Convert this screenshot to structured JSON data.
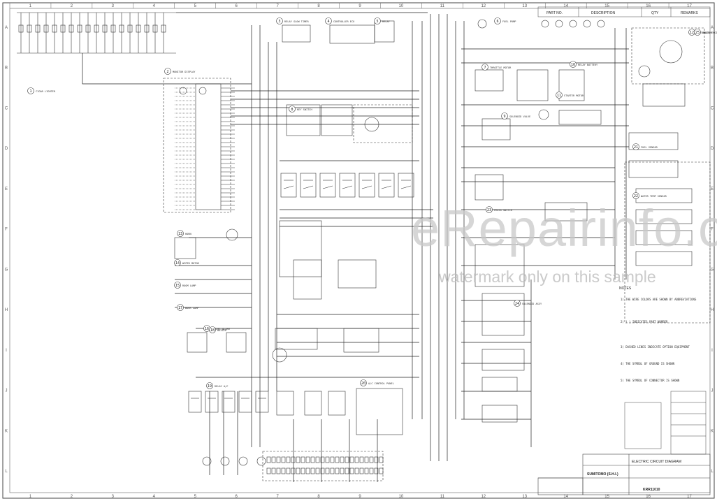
{
  "watermark": {
    "title": "eRepairinfo.com",
    "subtitle": "watermark only on this sample"
  },
  "grid": {
    "columns": [
      "1",
      "2",
      "3",
      "4",
      "5",
      "6",
      "7",
      "8",
      "9",
      "10",
      "11",
      "12",
      "13",
      "14",
      "15",
      "16",
      "17"
    ],
    "rows": [
      "A",
      "B",
      "C",
      "D",
      "E",
      "F",
      "G",
      "H",
      "I",
      "J",
      "K",
      "L"
    ]
  },
  "parts_table_header": {
    "part_no": "PART NO.",
    "description": "DESCRIPTION",
    "qty": "QTY",
    "remarks": "REMARKS"
  },
  "components": [
    {
      "no": "1",
      "label": "CIGAR LIGHTER"
    },
    {
      "no": "2",
      "label": "MONITOR DISPLAY"
    },
    {
      "no": "3",
      "label": "RELAY GLOW TIMER"
    },
    {
      "no": "4",
      "label": "CONTROLLER ECU"
    },
    {
      "no": "5",
      "label": "RELAY"
    },
    {
      "no": "6",
      "label": "FUEL PUMP"
    },
    {
      "no": "7",
      "label": "THROTTLE MOTOR"
    },
    {
      "no": "8",
      "label": "KEY SWITCH"
    },
    {
      "no": "9",
      "label": "SOLENOID VALVE"
    },
    {
      "no": "10",
      "label": "RELAY BATTERY"
    },
    {
      "no": "11",
      "label": "STARTER MOTOR"
    },
    {
      "no": "12",
      "label": "ALTERNATOR"
    },
    {
      "no": "13",
      "label": "HORN"
    },
    {
      "no": "14",
      "label": "WIPER MOTOR"
    },
    {
      "no": "15",
      "label": "ROOM LAMP"
    },
    {
      "no": "16",
      "label": "TRAVEL ALARM"
    },
    {
      "no": "17",
      "label": "WORK LAMP"
    },
    {
      "no": "18",
      "label": "BUZZER"
    },
    {
      "no": "19",
      "label": "RELAY A/C"
    },
    {
      "no": "20",
      "label": "A/C CONTROL PANEL"
    },
    {
      "no": "21",
      "label": "FUEL SENSOR"
    },
    {
      "no": "22",
      "label": "WATER TEMP SENSOR"
    },
    {
      "no": "23",
      "label": "PRESS SWITCH"
    },
    {
      "no": "24",
      "label": "SOLENOID ASSY"
    },
    {
      "no": "25",
      "label": "AUDIO ENGINE"
    }
  ],
  "notes": {
    "heading": "NOTES",
    "lines": [
      "1) THE WIRE COLORS ARE SHOWN BY ABBREVIATIONS",
      "2) ( ) INDICATES PART NUMBER",
      "3) DASHED LINES INDICATE OPTION EQUIPMENT",
      "4) THE SYMBOL OF GROUND IS SHOWN",
      "5) THE SYMBOL OF CONNECTOR IS SHOWN"
    ]
  },
  "title_block": {
    "company": "SUMITOMO (S.H.I.)",
    "title": "ELECTRIC CIRCUIT DIAGRAM",
    "drawing_no": "KRR11010"
  }
}
